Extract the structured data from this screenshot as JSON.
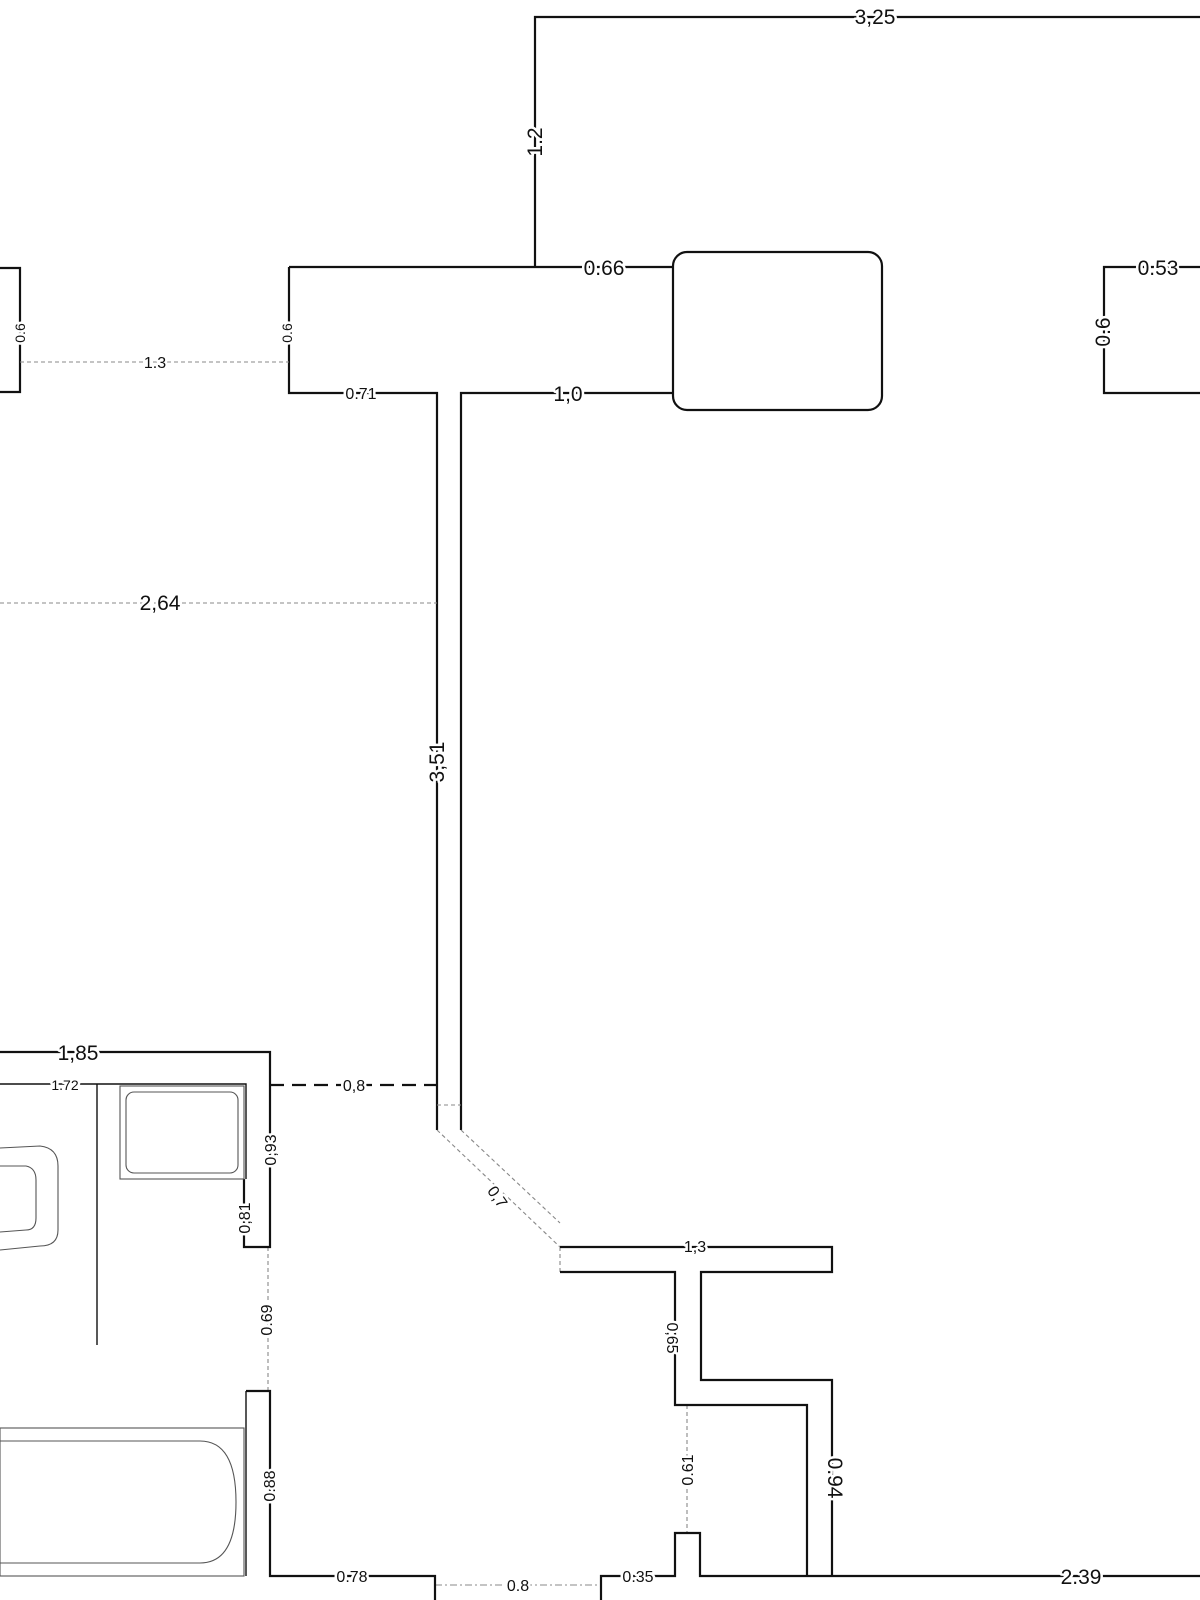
{
  "dimensions": {
    "top_wall": "3,25",
    "top_riser": "1.2",
    "upper_wall_top": "0.66",
    "upper_wall_bottom": "1,0",
    "upper_wall_left": "0.71",
    "left_stub_height": "0.6",
    "left_stub_height_2": "0.6",
    "left_span": "1.3",
    "right_stub_top": "0.53",
    "right_stub_height": "0.6",
    "left_room_width": "2,64",
    "corridor_height": "3,51",
    "bath_top": "1,85",
    "bath_inner_top": "1.72",
    "door_opening": "0,8",
    "bath_right_upper": "0,93",
    "bath_right_stub": "0,81",
    "bath_door_gap": "0.69",
    "diagonal_wall": "0,7",
    "lower_top": "1,3",
    "lower_inner": "0,65",
    "lower_gap": "0.61",
    "lower_right": "0.94",
    "bath_right_lower": "0.88",
    "bottom_left": "0.78",
    "bottom_door": "0.8",
    "bottom_stub": "0.35",
    "bottom_right": "2.39"
  },
  "colors": {
    "wall": "#111111",
    "fixture": "#555555",
    "guide": "#888888"
  }
}
